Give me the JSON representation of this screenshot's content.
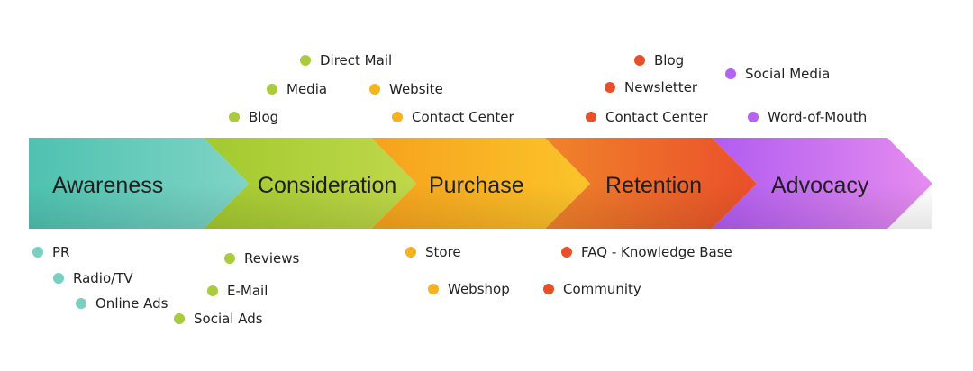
{
  "colors": {
    "awareness": "#79cfc0",
    "consideration": "#a8cc3c",
    "purchase": "#f5b321",
    "retention": "#e8502b",
    "advocacy": "#b463f0"
  },
  "stages": [
    {
      "key": "awareness",
      "label": "Awareness"
    },
    {
      "key": "consideration",
      "label": "Consideration"
    },
    {
      "key": "purchase",
      "label": "Purchase"
    },
    {
      "key": "retention",
      "label": "Retention"
    },
    {
      "key": "advocacy",
      "label": "Advocacy"
    }
  ],
  "touchpoints": {
    "awareness": [
      "PR",
      "Radio/TV",
      "Online Ads"
    ],
    "consideration_top": [
      "Direct Mail",
      "Media",
      "Blog"
    ],
    "consideration_bottom": [
      "Reviews",
      "E-Mail",
      "Social Ads"
    ],
    "purchase_top": [
      "Website",
      "Contact Center"
    ],
    "purchase_bottom": [
      "Store",
      "Webshop"
    ],
    "retention_top": [
      "Blog",
      "Newsletter",
      "Contact Center"
    ],
    "retention_bottom": [
      "FAQ - Knowledge Base",
      "Community"
    ],
    "advocacy_top": [
      "Social Media",
      "Word-of-Mouth"
    ]
  }
}
